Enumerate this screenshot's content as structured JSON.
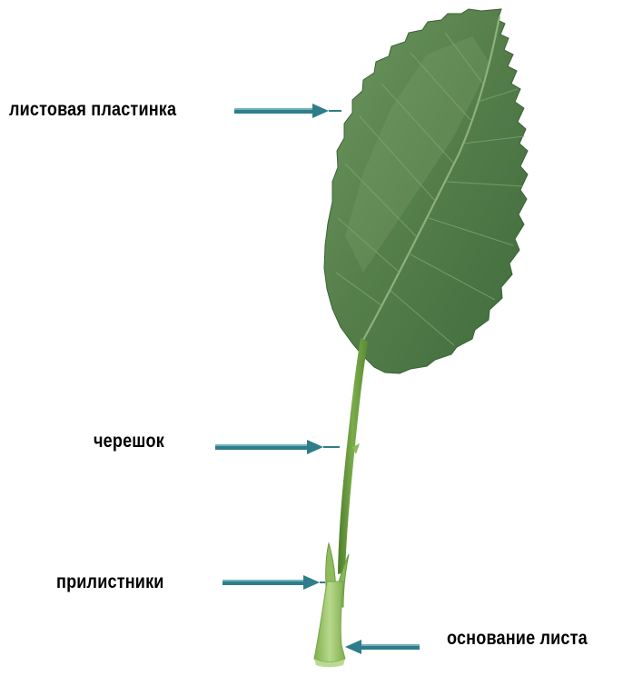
{
  "labels": {
    "blade": "листовая пластинка",
    "petiole": "черешок",
    "stipules": "прилистники",
    "base": "основание листа"
  },
  "colors": {
    "background": "#ffffff",
    "leaf_dark": "#3f6b3c",
    "leaf_mid": "#567f4b",
    "leaf_light": "#6f9861",
    "stem": "#6a9a3e",
    "stem_light": "#9cc36a",
    "arrow": "#2f7d8a",
    "text": "#000000"
  },
  "icons": [
    "arrow-right-icon",
    "arrow-left-icon"
  ]
}
